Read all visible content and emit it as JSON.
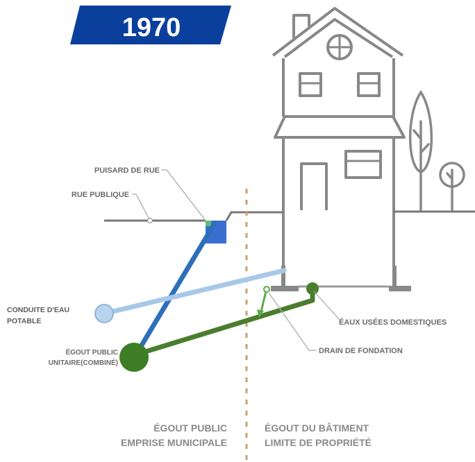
{
  "year_badge": {
    "text": "1970",
    "color": "#0b3f9c"
  },
  "colors": {
    "house": "#888888",
    "ground": "#777777",
    "storm_drain": "#3a7cc6",
    "combined_sewer": "#2e6fba",
    "water_main": "#a8c8e8",
    "sanitary": "#4b7d2e",
    "foundation_drain": "#5daa4a",
    "property_line": "#c8a070"
  },
  "labels": {
    "street_drain": "PUISARD DE RUE",
    "public_street": "RUE PUBLIQUE",
    "water_main": [
      "CONDUITE  D'EAU",
      "POTABLE"
    ],
    "combined_sewer": [
      "ÉGOUT PUBLIC",
      "UNITAIRE(COMBINÉ)"
    ],
    "domestic_wastewater": "ÉAUX USÉES DOMESTIQUES",
    "foundation_drain": "DRAIN DE FONDATION"
  },
  "zones": {
    "left": [
      "ÉGOUT PUBLIC",
      "EMPRISE MUNICIPALE"
    ],
    "right": [
      "ÉGOUT DU BÂTIMENT",
      "LIMITE DE PROPRIÉTÉ"
    ]
  }
}
